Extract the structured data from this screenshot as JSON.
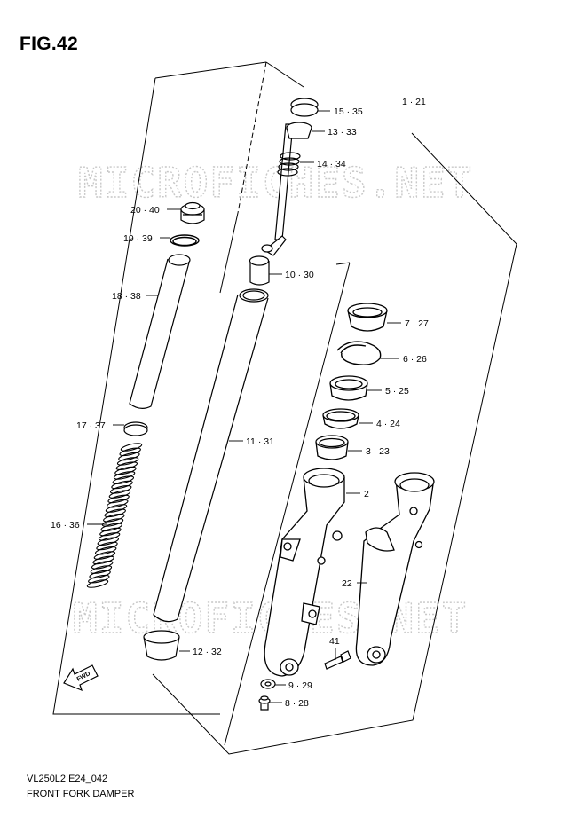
{
  "figure": {
    "title": "FIG.42",
    "code": "VL250L2 E24_042",
    "name": "FRONT FORK DAMPER"
  },
  "watermark": "MICROFICHES.NET",
  "fwd_arrow_label": "FWD",
  "callouts": [
    {
      "id": "c1",
      "label": "1 · 21"
    },
    {
      "id": "c15",
      "label": "15 · 35"
    },
    {
      "id": "c13",
      "label": "13 · 33"
    },
    {
      "id": "c14",
      "label": "14 · 34"
    },
    {
      "id": "c20",
      "label": "20 · 40"
    },
    {
      "id": "c19",
      "label": "19 · 39"
    },
    {
      "id": "c18",
      "label": "18 · 38"
    },
    {
      "id": "c10",
      "label": "10 · 30"
    },
    {
      "id": "c7",
      "label": "7 · 27"
    },
    {
      "id": "c6",
      "label": "6 · 26"
    },
    {
      "id": "c5",
      "label": "5 · 25"
    },
    {
      "id": "c4",
      "label": "4 · 24"
    },
    {
      "id": "c3",
      "label": "3 · 23"
    },
    {
      "id": "c17",
      "label": "17 · 37"
    },
    {
      "id": "c11",
      "label": "11 · 31"
    },
    {
      "id": "c2",
      "label": "2"
    },
    {
      "id": "c16",
      "label": "16 · 36"
    },
    {
      "id": "c22",
      "label": "22"
    },
    {
      "id": "c41",
      "label": "41"
    },
    {
      "id": "c12",
      "label": "12 · 32"
    },
    {
      "id": "c9",
      "label": "9 · 29"
    },
    {
      "id": "c8",
      "label": "8 · 28"
    }
  ],
  "colors": {
    "line": "#000000",
    "watermark": "#c8c8c8",
    "background": "#ffffff"
  }
}
